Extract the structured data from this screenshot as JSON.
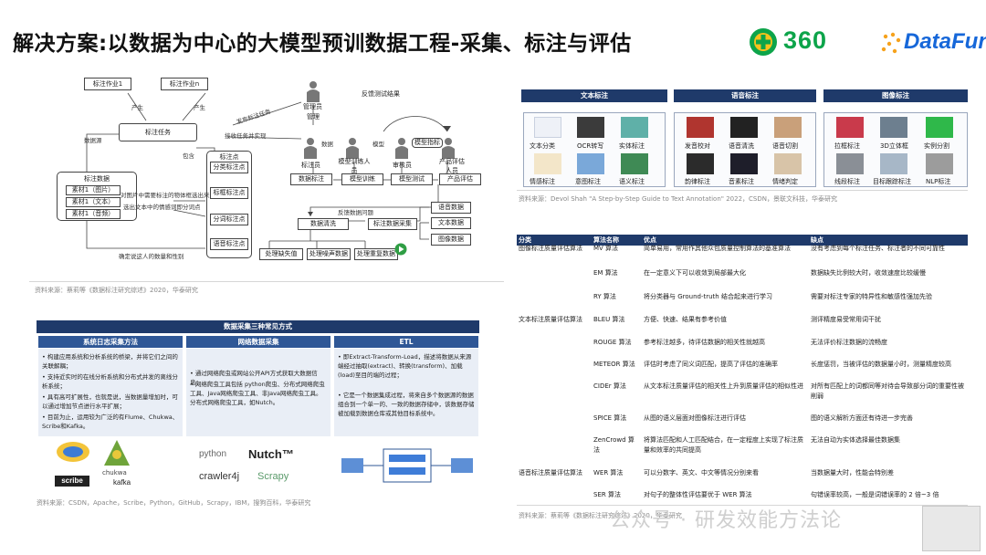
{
  "title": "解决方案:以数据为中心的大模型预训数据工程-采集、标注与评估",
  "logos": {
    "brand_360": "360",
    "brand_datafun": "DataFun.",
    "color_360": "#0da44a",
    "color_datafun": "#1667d9"
  },
  "flow": {
    "task_a": "标注作业1",
    "task_b": "标注作业n",
    "produce": "产生",
    "task_scroll": "标注任务",
    "data_source": "数据源",
    "include": "包含",
    "annotation_data": "标注数据",
    "materials": [
      "素材1（图片）",
      "素材1（文本）",
      "素材1（音频）"
    ],
    "label_points_head": "标注点",
    "label_points": [
      "分类标注点",
      "标框标注点",
      "分词标注点",
      "语音标注点"
    ],
    "note_image": "对图片中需要标注的物体框选出来",
    "note_text": "选出文本中的情感词即分词点",
    "note_count": "确定说这人的数量和性别",
    "distribute": "发布标注任务",
    "receive": "接收任务并实现",
    "manager": "管理员",
    "manage": "管理",
    "feedback_test": "反馈测试结果",
    "data_flow": "数据",
    "model": "模型",
    "model_metrics": "模型指标",
    "annotator": "标注员",
    "trainer": "模型训练人员",
    "auditor": "审核员",
    "product_evaluator": "产品评估人员",
    "steps": [
      "数据标注",
      "模型训练",
      "模型测试",
      "产品评估"
    ],
    "feedback_data": "反馈数据问题",
    "cleaning": "数据清洗",
    "collection": "标注数据采集",
    "sources": [
      "语音数据",
      "文本数据",
      "图像数据"
    ],
    "process": [
      "处理缺失值",
      "处理噪声数据",
      "处理重复数据"
    ]
  },
  "source_1": "资料来源：蔡莉等《数据标注研究综述》2020，华泰研究",
  "cards": {
    "text": {
      "title": "文本标注",
      "items": [
        "文本分类",
        "OCR转写",
        "实体标注",
        "情感标注",
        "意图标注",
        "语义标注"
      ]
    },
    "speech": {
      "title": "语音标注",
      "items": [
        "发音校对",
        "语音清洗",
        "语音切割",
        "韵律标注",
        "音素标注",
        "情绪判定"
      ]
    },
    "image": {
      "title": "图像标注",
      "items": [
        "拉框标注",
        "3D立体框",
        "实例分割",
        "线段标注",
        "目标跟踪标注",
        "NLP标注"
      ]
    }
  },
  "source_2": "资料来源：Devol Shah \"A Step-by-Step Guide to Text Annotation\" 2022，CSDN，景联文科技，华泰研究",
  "table": {
    "headers": [
      "分类",
      "算法名称",
      "优点",
      "缺点"
    ],
    "rows": [
      {
        "category": "图像标注质量评估算法",
        "name": "MV 算法",
        "pro": "简单易用，常用作其他众包质量控制算法的基准算法",
        "con": "没有考虑到每个标注任务、标注者的不同可靠性"
      },
      {
        "category": "",
        "name": "EM 算法",
        "pro": "在一定意义下可以收敛到局部最大化",
        "con": "数据缺失比例较大时，收敛速度比较缓慢"
      },
      {
        "category": "",
        "name": "RY 算法",
        "pro": "将分类器与 Ground-truth 结合起来进行学习",
        "con": "需要对标注专家的特异性和敏感性强加先验"
      },
      {
        "category": "文本标注质量评估算法",
        "name": "BLEU 算法",
        "pro": "方便、快速、结果有参考价值",
        "con": "测评精度易受常用词干扰"
      },
      {
        "category": "",
        "name": "ROUGE 算法",
        "pro": "参考标注越多，待评估数据的相关性就越高",
        "con": "无法评价标注数据的流畅度"
      },
      {
        "category": "",
        "name": "METEOR 算法",
        "pro": "评估时考虑了同义词匹配，提高了评估的准确率",
        "con": "长度惩罚，当被评估的数据量小时，测量精度较高"
      },
      {
        "category": "",
        "name": "CIDEr 算法",
        "pro": "从文本标注质量评估的相关性上升到质量评估的相似性进",
        "con": "对所有匹配上的词都同等对待会导致部分词的重要性被削弱"
      },
      {
        "category": "",
        "name": "SPICE 算法",
        "pro": "从图的语义层面对图像标注进行评估",
        "con": "图的语义解析方面还有待进一步完善"
      },
      {
        "category": "",
        "name": "ZenCrowd 算法",
        "pro": "将算法匹配和人工匹配结合，在一定程度上实现了标注质量和效率的共同提高",
        "con": "无法自动为实体选择最佳数据集"
      },
      {
        "category": "语音标注质量评估算法",
        "name": "WER 算法",
        "pro": "可以分数字、英文、中文等情况分别来看",
        "con": "当数据量大时，性能会特别差"
      },
      {
        "category": "",
        "name": "SER 算法",
        "pro": "对句子的整体性评估要优于 WER 算法",
        "con": "句错误率较高，一般是词错误率的 2 倍~3 倍"
      }
    ]
  },
  "collect": {
    "title": "数据采集三种常见方式",
    "columns": [
      {
        "head": "系统日志采集方法",
        "bullets": [
          "构建应用系统和分析系统的桥梁，并将它们之间的关联解耦；",
          "支持近实时的在线分析系统和分布式并发的离线分析系统；",
          "具有高可扩展性，也就是说，当数据量增加时，可以通过增加节点进行水平扩展；",
          "目前为止，运用较为广泛的有Flume、Chukwa、Scribe和Kafka。"
        ]
      },
      {
        "head": "网络数据采集",
        "bullets": [
          "通过网络爬虫或网站公开API方式获取大数据信息；",
          "网络爬虫工具包括 python爬虫、分布式网络爬虫工具、Java网络爬虫工具、非Java网络爬虫工具。分布式网络爬虫工具，如Nutch。"
        ]
      },
      {
        "head": "ETL",
        "bullets": [
          "即Extract-Transform-Load，描述将数据从来源端经过抽取(extract)、转换(transform)、加载(load)至目的端的过程；",
          "它是一个数据集成过程，将来自多个数据源的数据组合到一个单一的、一致的数据存储中，该数据存储被加载到数据仓库或其他目标系统中。"
        ]
      }
    ],
    "logos_left": [
      "scribe",
      "chukwa",
      "kafka"
    ],
    "logos_mid": [
      "python",
      "Nutch™",
      "crawler4j",
      "Scrapy"
    ]
  },
  "source_3": "资料来源：CSDN，Apache，Scribe，Python，GitHub，Scrapy，IBM，搜狗百科，华泰研究",
  "source_4": "资料来源：蔡莉等《数据标注研究综述》2020，华泰研究",
  "watermark": "公众号 · 研发效能方法论"
}
